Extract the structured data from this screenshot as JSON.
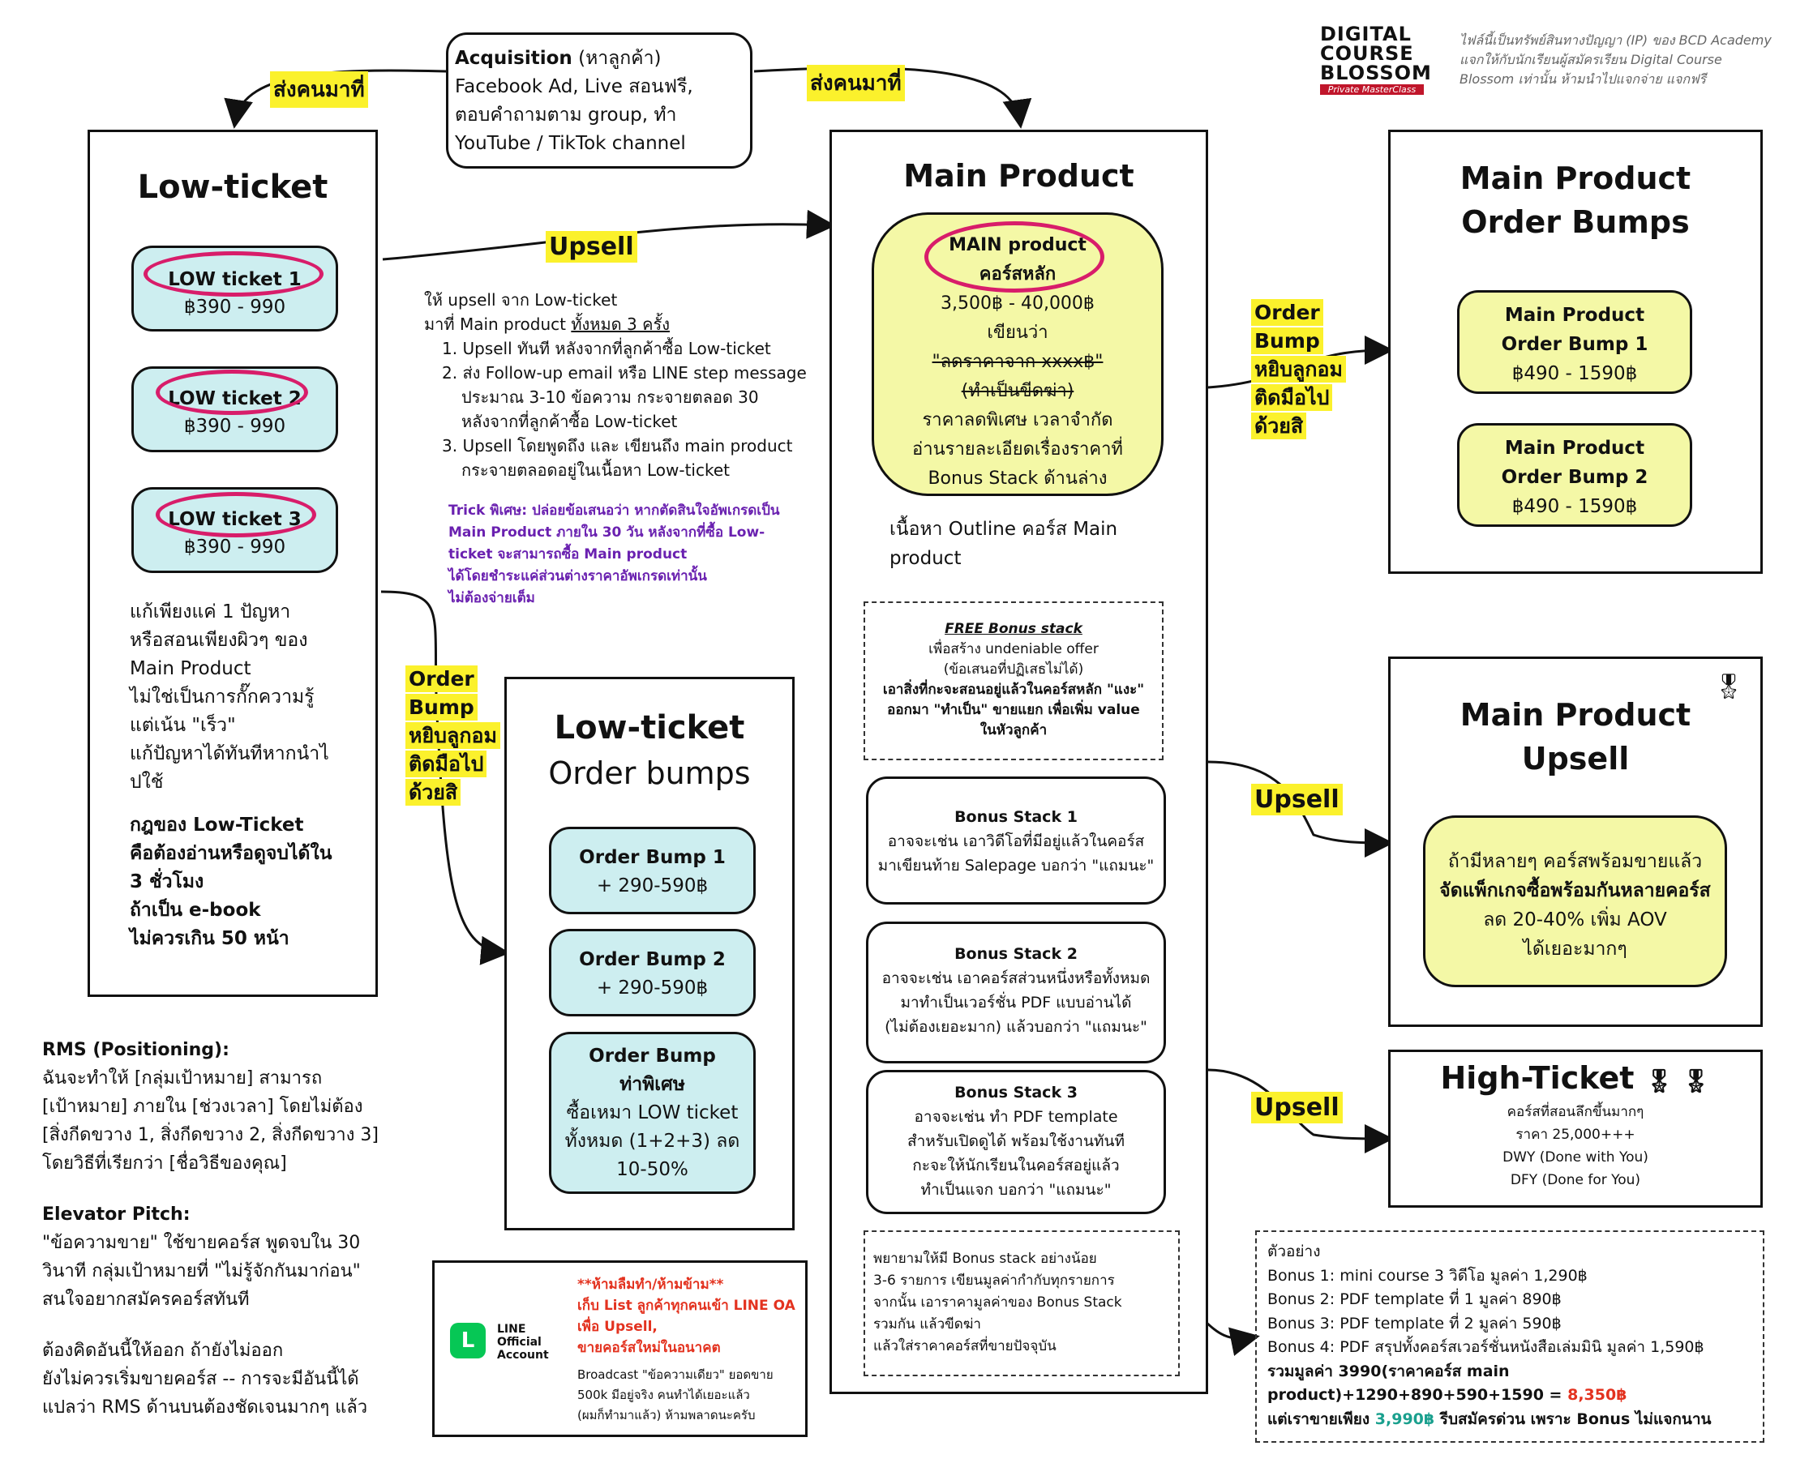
{
  "brand": {
    "logo_line1": "DIGITAL",
    "logo_line2": "COURSE",
    "logo_line3": "BLOSSOM",
    "logo_ribbon": "Private MasterClass",
    "ip_notice": [
      "ไฟล์นี้เป็นทรัพย์สินทางปัญญา (IP) ของ BCD Academy",
      "แจกให้กับนักเรียนผู้สมัครเรียน Digital Course",
      "Blossom เท่านั้น ห้ามนำไปแจกจ่าย แจกฟรี"
    ]
  },
  "acquisition": {
    "title": "Acquisition",
    "title_suffix": " (หาลูกค้า)",
    "lines": [
      "Facebook Ad, Live สอนฟรี,",
      "ตอบคำถามตาม group, ทำ",
      "YouTube / TikTok channel"
    ]
  },
  "labels": {
    "send_left": "ส่งคนมาที่",
    "send_right": "ส่งคนมาที่",
    "upsell_main": "Upsell",
    "order_bump_left": [
      "Order",
      "Bump",
      "หยิบลูกอม",
      "ติดมือไป",
      "ด้วยสิ"
    ],
    "order_bump_right": [
      "Order",
      "Bump",
      "หยิบลูกอม",
      "ติดมือไป",
      "ด้วยสิ"
    ],
    "upsell_right1": "Upsell",
    "upsell_right2": "Upsell"
  },
  "low_ticket": {
    "title": "Low-ticket",
    "items": [
      {
        "name": "LOW ticket 1",
        "price": "฿390 - 990"
      },
      {
        "name": "LOW ticket 2",
        "price": "฿390 - 990"
      },
      {
        "name": "LOW ticket 3",
        "price": "฿390 - 990"
      }
    ],
    "desc": [
      "แก้เพียงแค่ 1 ปัญหา",
      "หรือสอนเพียงผิวๆ ของ",
      "Main Product",
      "ไม่ใช่เป็นการกั๊กความรู้",
      "แต่เน้น \"เร็ว\"",
      "แก้ปัญหาได้ทันทีหากนำไ",
      "ปใช้"
    ],
    "rules": [
      "กฎของ Low-Ticket",
      "คือต้องอ่านหรือดูจบได้ใน",
      "3 ชั่วโมง",
      "ถ้าเป็น e-book",
      "ไม่ควรเกิน 50 หน้า"
    ]
  },
  "upsell_note": {
    "intro1": "ให้ upsell จาก Low-ticket",
    "intro2_a": "มาที่ Main product ",
    "intro2_b": "ทั้งหมด 3 ครั้ง",
    "items": [
      [
        "1.",
        "Upsell ทันที หลังจากที่ลูกค้าซื้อ Low-ticket"
      ],
      [
        "2.",
        "ส่ง Follow-up email หรือ LINE step message"
      ],
      [
        "",
        "ประมาณ 3-10 ข้อความ กระจายตลอด 30"
      ],
      [
        "",
        "หลังจากที่ลูกค้าซื้อ Low-ticket"
      ],
      [
        "3.",
        "Upsell โดยพูดถึง และ เขียนถึง main product"
      ],
      [
        "",
        "กระจายตลอดอยู่ในเนื้อหา Low-ticket"
      ]
    ],
    "trick": [
      "Trick พิเศษ: ปล่อยข้อเสนอว่า หากตัดสินใจอัพเกรดเป็น",
      "Main Product ภายใน 30 วัน หลังจากที่ซื้อ Low-",
      "ticket จะสามารถซื้อ Main product",
      "ได้โดยชำระแค่ส่วนต่างราคาอัพเกรดเท่านั้น",
      "ไม่ต้องจ่ายเต็ม"
    ]
  },
  "low_ticket_bumps": {
    "title1": "Low-ticket",
    "title2": "Order bumps",
    "bump1_name": "Order Bump 1",
    "bump1_price": "+ 290-590฿",
    "bump2_name": "Order Bump 2",
    "bump2_price": "+ 290-590฿",
    "bump3_lines": [
      "Order Bump",
      "ท่าพิเศษ",
      "ซื้อเหมา LOW ticket",
      "ทั้งหมด (1+2+3) ลด",
      "10-50%"
    ]
  },
  "main_product": {
    "title": "Main Product",
    "box_name1": "MAIN product",
    "box_name2": "คอร์สหลัก",
    "price": "3,500฿ - 40,000฿",
    "write_label": "เขียนว่า",
    "strike_text1": "\"ลดราคาจาก xxxx฿\"",
    "strike_text2": "(ทำเป็นขีดฆ่า)",
    "special1": "ราคาลดพิเศษ เวลาจำกัด",
    "special2": "อ่านรายละเอียดเรื่องราคาที่",
    "special3": "Bonus Stack ด้านล่าง",
    "outline1": "เนื้อหา Outline คอร์ส Main",
    "outline2": "product",
    "free_bonus_title": "FREE Bonus stack",
    "free_bonus_lines": [
      "เพื่อสร้าง undeniable offer",
      "(ข้อเสนอที่ปฏิเสธไม่ได้)"
    ],
    "free_bonus_bold": [
      "เอาสิ่งที่กะจะสอนอยู่แล้วในคอร์สหลัก \"แงะ\"",
      "ออกมา \"ทำเป็น\" ขายแยก เพื่อเพิ่ม value",
      "ในหัวลูกค้า"
    ],
    "bonus1_title": "Bonus Stack 1",
    "bonus1_lines": [
      "อาจจะเช่น เอาวิดีโอที่มีอยู่แล้วในคอร์ส",
      "มาเขียนท้าย Salepage บอกว่า \"แถมนะ\""
    ],
    "bonus2_title": "Bonus Stack 2",
    "bonus2_lines": [
      "อาจจะเช่น เอาคอร์สส่วนหนึ่งหรือทั้งหมด",
      "มาทำเป็นเวอร์ชั่น PDF แบบอ่านได้",
      "(ไม่ต้องเยอะมาก) แล้วบอกว่า \"แถมนะ\""
    ],
    "bonus3_title": "Bonus Stack 3",
    "bonus3_lines": [
      "อาจจะเช่น ทำ PDF template",
      "สำหรับเปิดดูได้ พร้อมใช้งานทันที",
      "กะจะให้นักเรียนในคอร์สอยู่แล้ว",
      "ทำเป็นแจก บอกว่า \"แถมนะ\""
    ],
    "try_lines": [
      "พยายามให้มี Bonus stack อย่างน้อย",
      "3-6 รายการ เขียนมูลค่ากำกับทุกรายการ",
      "จากนั้น เอาราคามูลค่าของ Bonus Stack",
      "รวมกัน แล้วขีดฆ่า",
      "แล้วใส่ราคาคอร์สที่ขายปัจจุบัน"
    ]
  },
  "main_bumps": {
    "title1": "Main Product",
    "title2": "Order Bumps",
    "b1_l1": "Main Product",
    "b1_l2": "Order Bump 1",
    "b1_price": "฿490 - 1590฿",
    "b2_l1": "Main Product",
    "b2_l2": "Order Bump 2",
    "b2_price": "฿490 - 1590฿"
  },
  "main_upsell": {
    "title1": "Main Product",
    "title2": "Upsell",
    "l1": "ถ้ามีหลายๆ คอร์สพร้อมขายแล้ว",
    "l2": "จัดแพ็กเกจซื้อพร้อมกันหลายคอร์ส",
    "l3": "ลด 20-40% เพิ่ม AOV",
    "l4": "ได้เยอะมากๆ"
  },
  "high_ticket": {
    "title": "High-Ticket",
    "lines": [
      "คอร์สที่สอนลึกขึ้นมากๆ",
      "ราคา 25,000+++",
      "DWY (Done with You)",
      "DFY (Done for You)"
    ]
  },
  "example": {
    "title": "ตัวอย่าง",
    "lines": [
      "Bonus 1: mini course 3 วิดีโอ มูลค่า 1,290฿",
      "Bonus 2: PDF template ที่ 1 มูลค่า 890฿",
      "Bonus 3: PDF template ที่ 2 มูลค่า 590฿",
      "Bonus 4: PDF สรุปทั้งคอร์สเวอร์ชั่นหนังสือเล่มมินิ มูลค่า 1,590฿"
    ],
    "total1": "รวมมูลค่า 3990(ราคาคอร์ส main",
    "total2_a": "product)+1290+890+590+1590 = ",
    "total2_b": "8,350฿",
    "final_a": "แต่เราขายเพียง ",
    "final_b": "3,990฿",
    "final_c": " รีบสมัครด่วน เพราะ Bonus ไม่แจกนาน"
  },
  "rms": {
    "title": "RMS (Positioning):",
    "lines": [
      "ฉันจะทำให้ [กลุ่มเป้าหมาย] สามารถ",
      "[เป้าหมาย] ภายใน [ช่วงเวลา] โดยไม่ต้อง",
      "[สิ่งกีดขวาง 1, สิ่งกีดขวาง 2, สิ่งกีดขวาง 3]",
      "โดยวิธีที่เรียกว่า [ชื่อวิธีของคุณ]"
    ],
    "elevator_title": "Elevator Pitch:",
    "elevator_lines": [
      "\"ข้อความขาย\" ใช้ขายคอร์ส พูดจบใน 30",
      "วินาที กลุ่มเป้าหมายที่ \"ไม่รู้จักกันมาก่อน\"",
      "สนใจอยากสมัครคอร์สทันที"
    ],
    "must_lines": [
      "ต้องคิดอันนี้ให้ออก ถ้ายังไม่ออก",
      "ยังไม่ควรเริ่มขายคอร์ส -- การจะมีอันนี้ได้",
      "แปลว่า RMS ด้านบนต้องชัดเจนมากๆ แล้ว"
    ]
  },
  "line_oa": {
    "logo_text": [
      "LINE",
      "Official",
      "Account"
    ],
    "warn": [
      "**ห้ามลืมทำ/ห้ามข้าม**",
      "เก็บ List ลูกค้าทุกคนเข้า LINE OA",
      "เพื่อ Upsell,",
      "ขายคอร์สใหม่ในอนาคต"
    ],
    "note": [
      "Broadcast \"ข้อความเดียว\" ยอดขาย",
      "500k มีอยู่จริง คนทำได้เยอะแล้ว",
      "(ผมก็ทำมาแล้ว) ห้ามพลาดนะครับ"
    ]
  },
  "colors": {
    "cyan": "#cdeef0",
    "yellow": "#f4f8a6",
    "highlight": "#fbf12c",
    "circle": "#d81d6a",
    "purple": "#6a21b0",
    "red": "#e3321f",
    "teal": "#1aa08e",
    "line_green": "#06c755"
  }
}
